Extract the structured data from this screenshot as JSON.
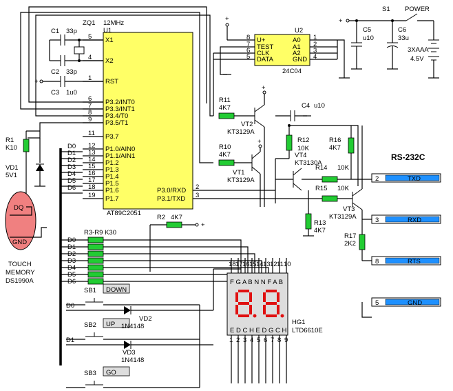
{
  "mcu": {
    "ref": "U1",
    "part": "AT89C2051",
    "crystal_ref": "ZQ1",
    "crystal_freq": "12MHz",
    "pins_left": [
      {
        "num": "5",
        "name": "X1"
      },
      {
        "num": "4",
        "name": "X2"
      },
      {
        "num": "1",
        "name": "RST"
      },
      {
        "num": "6",
        "name": "P3.2/INT0"
      },
      {
        "num": "7",
        "name": "P3.3/INT1"
      },
      {
        "num": "8",
        "name": "P3.4/T0"
      },
      {
        "num": "9",
        "name": "P3.5/T1"
      },
      {
        "num": "11",
        "name": "P3.7"
      },
      {
        "num": "12",
        "name": "P1.0/AIN0"
      },
      {
        "num": "13",
        "name": "P1.1/AIN1"
      },
      {
        "num": "14",
        "name": "P1.2"
      },
      {
        "num": "15",
        "name": "P1.3"
      },
      {
        "num": "16",
        "name": "P1.4"
      },
      {
        "num": "17",
        "name": "P1.5"
      },
      {
        "num": "18",
        "name": "P1.6"
      },
      {
        "num": "19",
        "name": "P1.7"
      }
    ],
    "pins_right": [
      {
        "num": "2",
        "name": "P3.0/RXD"
      },
      {
        "num": "3",
        "name": "P3.1/TXD"
      }
    ]
  },
  "eeprom": {
    "ref": "U2",
    "part": "24C04",
    "left": [
      {
        "num": "8",
        "name": "U+"
      },
      {
        "num": "7",
        "name": "TEST"
      },
      {
        "num": "6",
        "name": "CLK"
      },
      {
        "num": "5",
        "name": "DATA"
      }
    ],
    "right": [
      {
        "num": "1",
        "name": "A0"
      },
      {
        "num": "2",
        "name": "A1"
      },
      {
        "num": "3",
        "name": "A2"
      },
      {
        "num": "4",
        "name": "GND"
      }
    ]
  },
  "caps": {
    "c1": {
      "ref": "C1",
      "val": "33p"
    },
    "c2": {
      "ref": "C2",
      "val": "33p"
    },
    "c3": {
      "ref": "C3",
      "val": "1u0"
    },
    "c4": {
      "ref": "C4",
      "val": "u10"
    },
    "c5": {
      "ref": "C5",
      "val": "u10"
    },
    "c6": {
      "ref": "C6",
      "val": "33u"
    }
  },
  "resistors": {
    "r1": {
      "ref": "R1",
      "val": "K10"
    },
    "r2": {
      "ref": "R2",
      "val": "4K7"
    },
    "r3r9": {
      "label": "R3-R9  K30"
    },
    "r10": {
      "ref": "R10",
      "val": "4K7"
    },
    "r11": {
      "ref": "R11",
      "val": "4K7"
    },
    "r12": {
      "ref": "R12",
      "val": "10K"
    },
    "r13": {
      "ref": "R13",
      "val": "4K7"
    },
    "r14": {
      "ref": "R14",
      "val": "10K"
    },
    "r15": {
      "ref": "R15",
      "val": "10K"
    },
    "r16": {
      "ref": "R16",
      "val": "4K7"
    },
    "r17": {
      "ref": "R17",
      "val": "2K2"
    }
  },
  "transistors": {
    "vt1": {
      "ref": "VT1",
      "part": "KT3129A"
    },
    "vt2": {
      "ref": "VT2",
      "part": "KT3129A"
    },
    "vt3": {
      "ref": "VT3",
      "part": "KT3129A"
    },
    "vt4": {
      "ref": "VT4",
      "part": "KT3130A"
    }
  },
  "diodes": {
    "vd1": {
      "ref": "VD1",
      "part": "5V1"
    },
    "vd2": {
      "ref": "VD2",
      "part": "1N4148"
    },
    "vd3": {
      "ref": "VD3",
      "part": "1N4148"
    }
  },
  "power": {
    "switch_ref": "S1",
    "switch_label": "POWER",
    "battery": "3XAAA",
    "voltage": "4.5V",
    "plus": "+"
  },
  "buttons": [
    {
      "ref": "SB1",
      "label": "DOWN"
    },
    {
      "ref": "SB2",
      "label": "UP"
    },
    {
      "ref": "SB3",
      "label": "GO"
    }
  ],
  "touch": {
    "pin1": "DQ",
    "pin2": "GND",
    "title1": "TOUCH",
    "title2": "MEMORY",
    "title3": "DS1990A"
  },
  "display": {
    "ref": "HG1",
    "part": "LTD6610E",
    "top_pins": [
      "18",
      "17",
      "16",
      "15",
      "14",
      "13",
      "12",
      "11",
      "10"
    ],
    "top_segs": "F G A B N N F A B",
    "bot_segs": "E D C H E D G C H",
    "bot_pins": [
      "1",
      "2",
      "3",
      "4",
      "5",
      "6",
      "7",
      "8",
      "9"
    ]
  },
  "bus_labels": [
    "D0",
    "D1",
    "D2",
    "D3",
    "D4",
    "D5",
    "D6"
  ],
  "rs232": {
    "title": "RS-232C",
    "ports": [
      {
        "num": "2",
        "name": "TXD"
      },
      {
        "num": "3",
        "name": "RXD"
      },
      {
        "num": "8",
        "name": "RTS"
      },
      {
        "num": "5",
        "name": "GND"
      }
    ]
  },
  "btn_nets": {
    "d0": "D0",
    "d1": "D1"
  }
}
